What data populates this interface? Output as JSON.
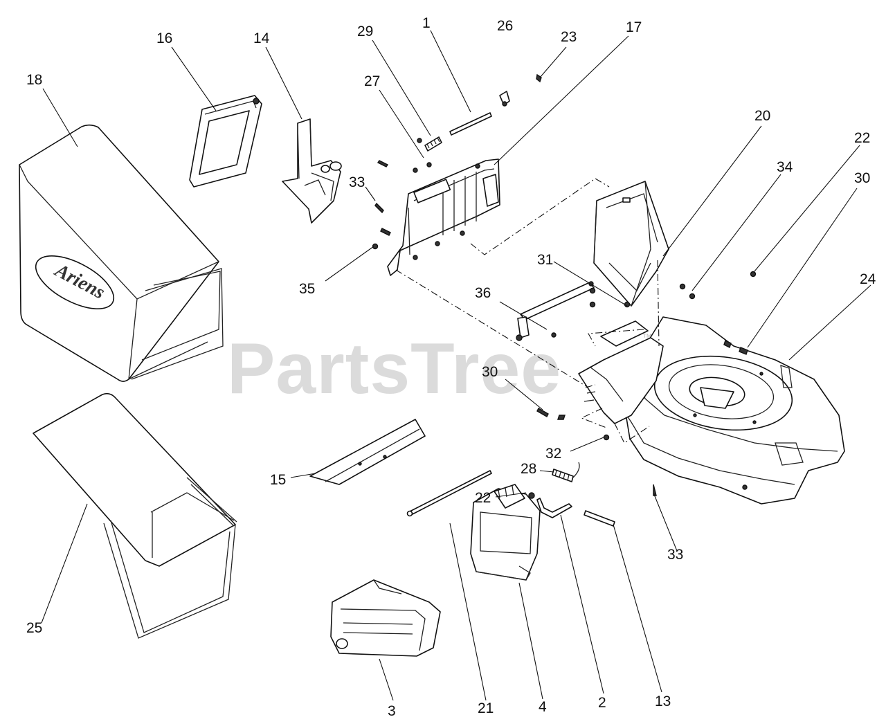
{
  "watermark": {
    "text": "PartsTree",
    "mark": "™"
  },
  "brand_logo": "Ariens",
  "callouts": [
    {
      "id": "c1",
      "label": "1"
    },
    {
      "id": "c2",
      "label": "2"
    },
    {
      "id": "c3",
      "label": "3"
    },
    {
      "id": "c4",
      "label": "4"
    },
    {
      "id": "c13",
      "label": "13"
    },
    {
      "id": "c14",
      "label": "14"
    },
    {
      "id": "c15",
      "label": "15"
    },
    {
      "id": "c16",
      "label": "16"
    },
    {
      "id": "c17",
      "label": "17"
    },
    {
      "id": "c18",
      "label": "18"
    },
    {
      "id": "c20",
      "label": "20"
    },
    {
      "id": "c21",
      "label": "21"
    },
    {
      "id": "c22a",
      "label": "22"
    },
    {
      "id": "c22b",
      "label": "22"
    },
    {
      "id": "c23",
      "label": "23"
    },
    {
      "id": "c24",
      "label": "24"
    },
    {
      "id": "c25",
      "label": "25"
    },
    {
      "id": "c26",
      "label": "26"
    },
    {
      "id": "c27",
      "label": "27"
    },
    {
      "id": "c28",
      "label": "28"
    },
    {
      "id": "c29",
      "label": "29"
    },
    {
      "id": "c30a",
      "label": "30"
    },
    {
      "id": "c30b",
      "label": "30"
    },
    {
      "id": "c31",
      "label": "31"
    },
    {
      "id": "c32",
      "label": "32"
    },
    {
      "id": "c33a",
      "label": "33"
    },
    {
      "id": "c33b",
      "label": "33"
    },
    {
      "id": "c34",
      "label": "34"
    },
    {
      "id": "c35",
      "label": "35"
    },
    {
      "id": "c36",
      "label": "36"
    }
  ]
}
